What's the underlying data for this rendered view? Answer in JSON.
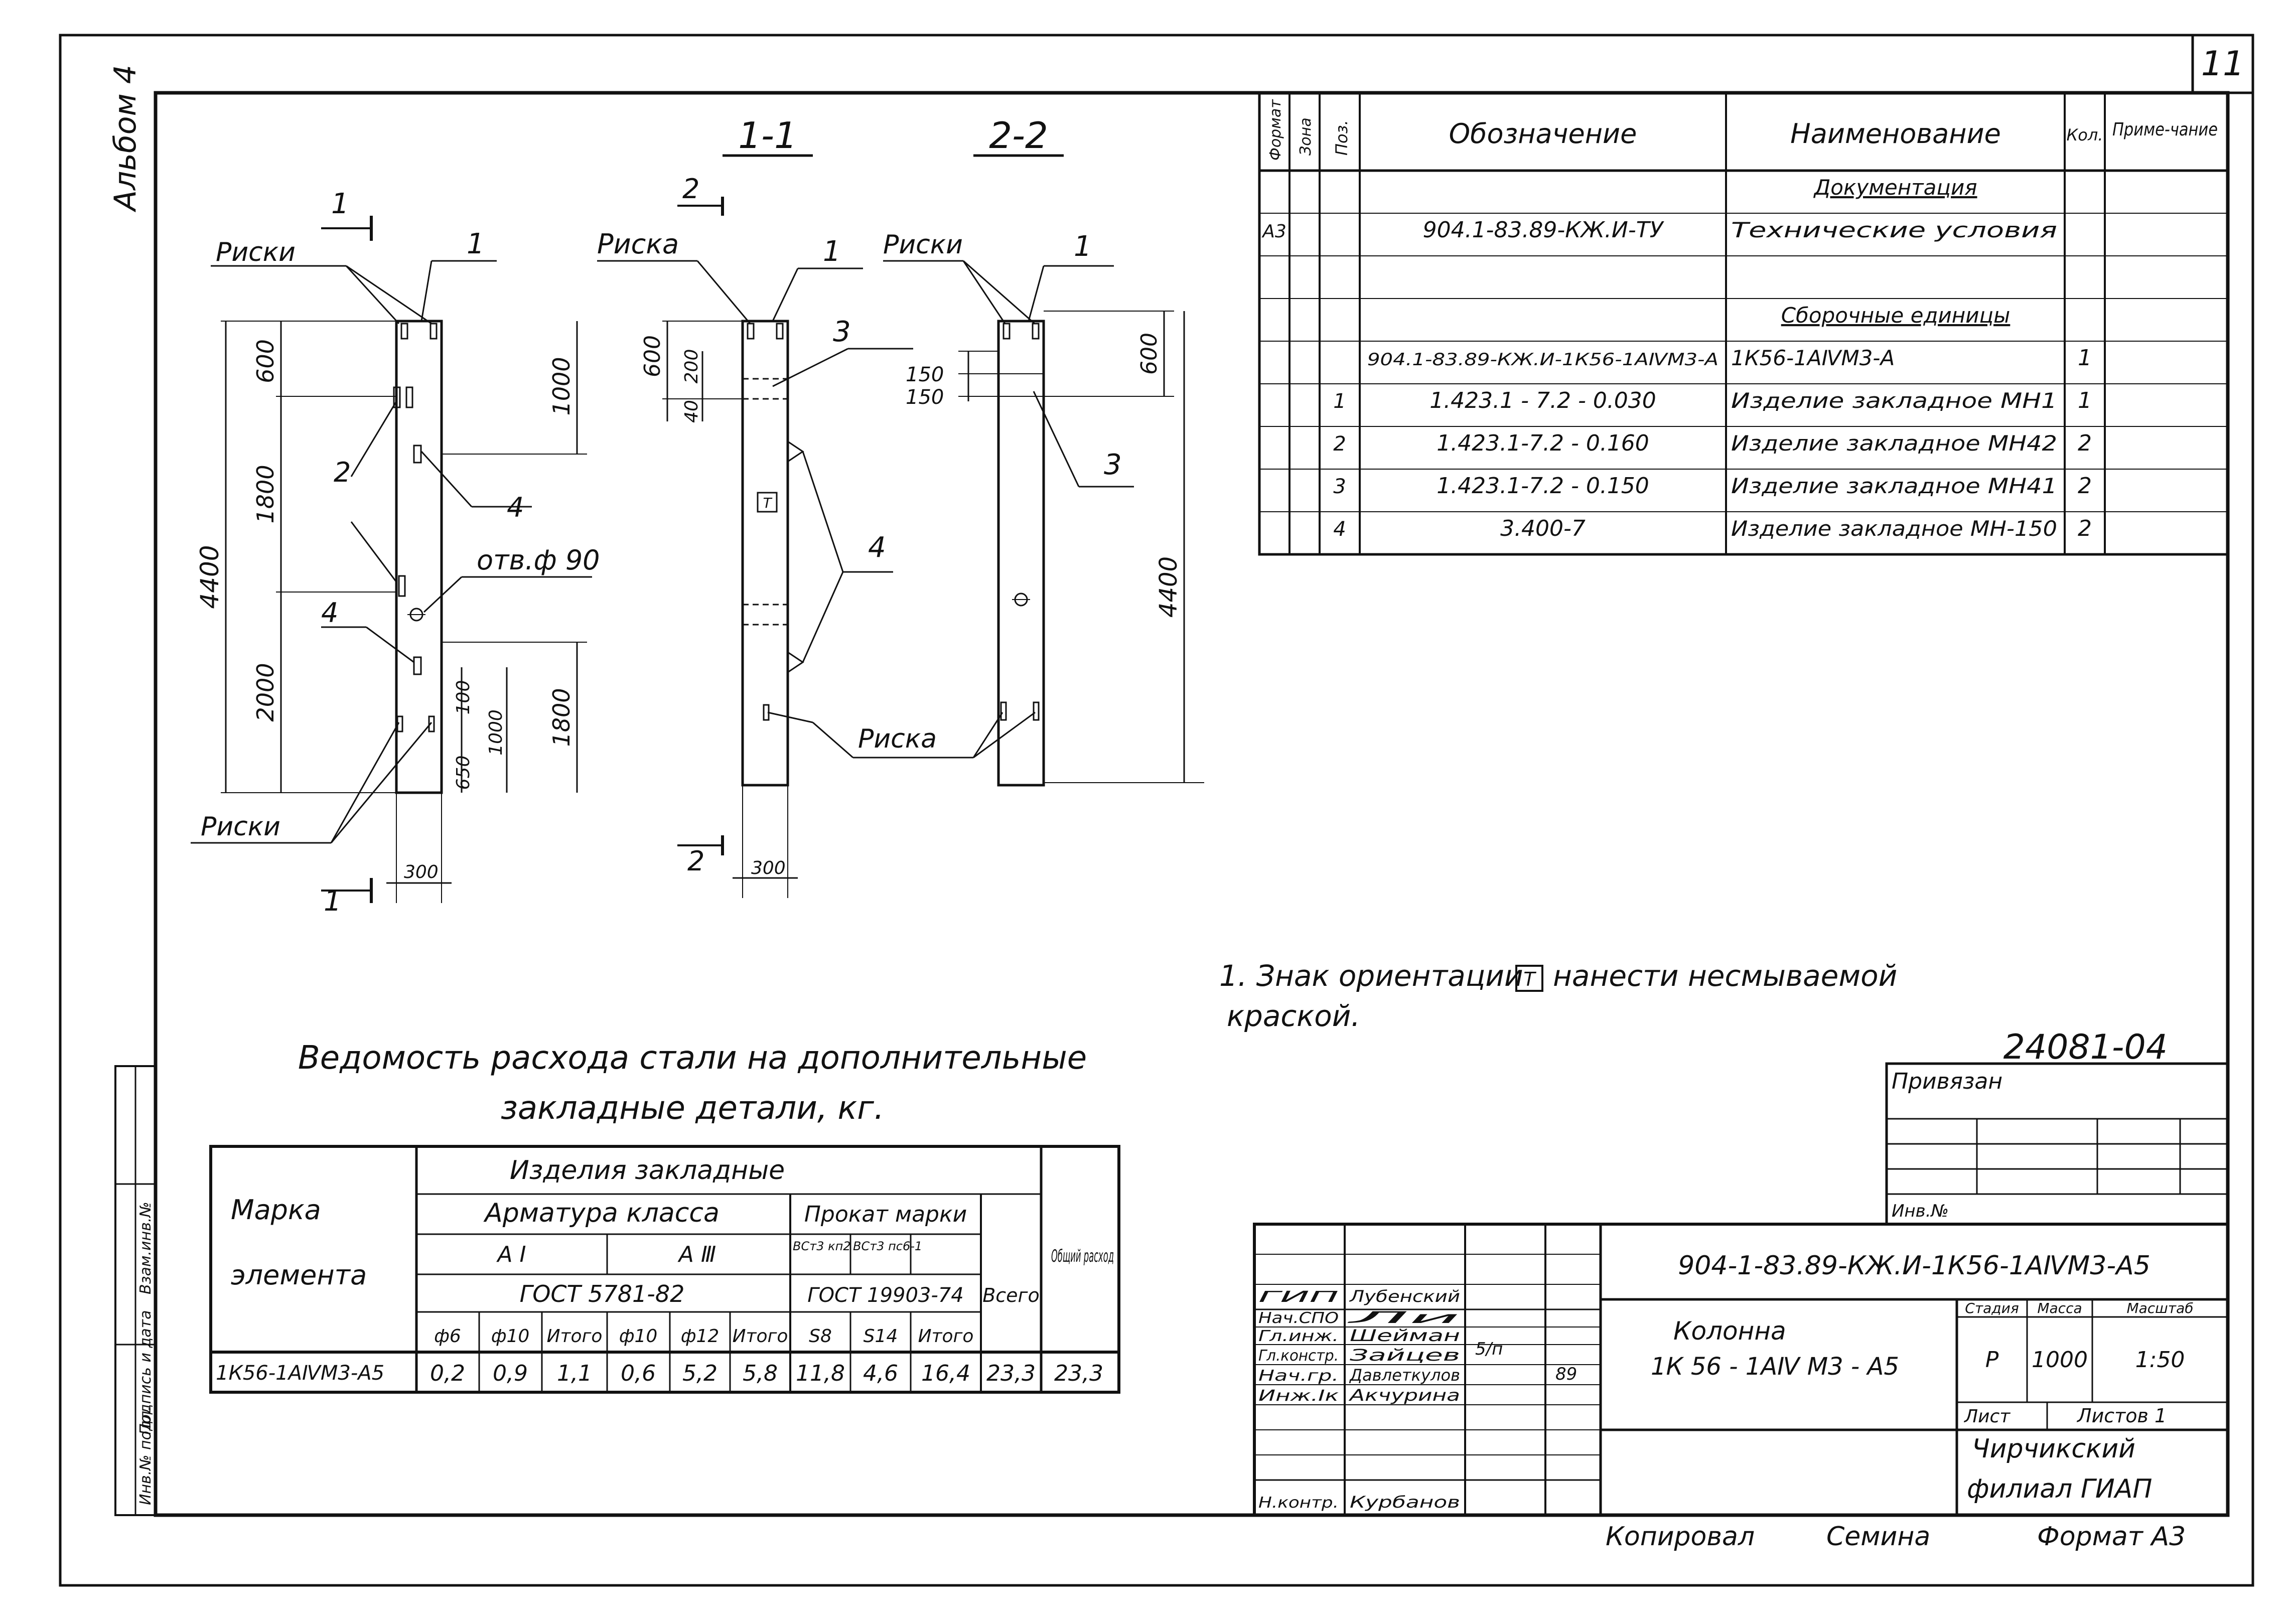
{
  "sheet_number": "11",
  "album_label": "Альбом 4",
  "sections": {
    "s1": "1-1",
    "s2": "2-2"
  },
  "cut_marks": {
    "a": "1",
    "b": "2"
  },
  "drawing_labels": {
    "riski": "Риски",
    "riska": "Риска",
    "riski_bottom": "Риски",
    "hole": "отв.ф 90",
    "pos1": "1",
    "pos2": "2",
    "pos3": "3",
    "pos4": "4",
    "orient_mark": "Т"
  },
  "dimensions": {
    "d4400": "4400",
    "d600": "600",
    "d1800": "1800",
    "d2000": "2000",
    "d1000": "1000",
    "d100": "100",
    "d650": "650",
    "d300": "300",
    "d200": "200",
    "d40": "40",
    "d150": "150"
  },
  "spec_table": {
    "headers": {
      "format": "Формат",
      "zone": "Зона",
      "pos": "Поз.",
      "designation": "Обозначение",
      "name": "Наименование",
      "qty": "Кол.",
      "note": "Приме-чание"
    },
    "rows": [
      {
        "format": "",
        "pos": "",
        "designation": "",
        "name": "Документация",
        "qty": ""
      },
      {
        "format": "А3",
        "pos": "",
        "designation": "904.1-83.89-КЖ.И-ТУ",
        "name": "Технические условия",
        "qty": ""
      },
      {
        "format": "",
        "pos": "",
        "designation": "",
        "name": "",
        "qty": ""
      },
      {
        "format": "",
        "pos": "",
        "designation": "",
        "name": "Сборочные единицы",
        "qty": ""
      },
      {
        "format": "",
        "pos": "",
        "designation": "904.1-83.89-КЖ.И-1К56-1АⅣМ3-А",
        "name": "1К56-1АⅣМ3-А",
        "qty": "1"
      },
      {
        "format": "",
        "pos": "1",
        "designation": "1.423.1 - 7.2 - 0.030",
        "name": "Изделие закладное МН1",
        "qty": "1"
      },
      {
        "format": "",
        "pos": "2",
        "designation": "1.423.1-7.2 - 0.160",
        "name": "Изделие закладное МН42",
        "qty": "2"
      },
      {
        "format": "",
        "pos": "3",
        "designation": "1.423.1-7.2 - 0.150",
        "name": "Изделие закладное МН41",
        "qty": "2"
      },
      {
        "format": "",
        "pos": "4",
        "designation": "3.400-7",
        "name": "Изделие закладное МН-150",
        "qty": "2"
      }
    ]
  },
  "note": {
    "line1": "1. Знак ориентации",
    "mark": "Т",
    "line1_end": "нанести несмываемой",
    "line2": "краской."
  },
  "steel_statement": {
    "title_line1": "Ведомость расхода стали на дополнительные",
    "title_line2": "закладные детали, кг.",
    "h_marka": "Марка",
    "h_element": "элемента",
    "h_izdelia": "Изделия закладные",
    "h_armatura": "Арматура класса",
    "h_prokat": "Прокат марки",
    "h_AI": "А I",
    "h_AIII": "А Ⅲ",
    "h_vst_kp2": "ВСт3 кп2",
    "h_vst_ps6": "ВСт3 пс6-1",
    "h_gost1": "ГОСТ 5781-82",
    "h_gost2": "ГОСТ 19903-74",
    "h_vsego": "Всего",
    "h_obshiy": "Общий расход",
    "sub": [
      "ф6",
      "ф10",
      "Итого",
      "ф10",
      "ф12",
      "Итого",
      "S8",
      "S14",
      "Итого"
    ],
    "row": {
      "mark": "1К56-1АⅣМ3-А5",
      "values": [
        "0,2",
        "0,9",
        "1,1",
        "0,6",
        "5,2",
        "5,8",
        "11,8",
        "4,6",
        "16,4",
        "23,3",
        "23,3"
      ]
    }
  },
  "title_block": {
    "doc_number": "24081-04",
    "privyazan": "Привязан",
    "inv_no": "Инв.№",
    "code": "904-1-83.89-КЖ.И-1К56-1АⅣМ3-А5",
    "title1": "Колонна",
    "title2": "1К 56 - 1АⅣ М3 - А5",
    "stage_h": "Стадия",
    "mass_h": "Масса",
    "scale_h": "Масштаб",
    "stage": "Р",
    "mass": "1000",
    "scale": "1:50",
    "list": "Лист",
    "lists": "Листов 1",
    "org1": "Чирчикский",
    "org2": "филиал ГИАП",
    "roles": [
      {
        "role": "ГИП",
        "name": "Лубенский"
      },
      {
        "role": "Нач.СПО",
        "name": "Ли"
      },
      {
        "role": "Гл.инж.",
        "name": "Шейман"
      },
      {
        "role": "Гл.констр.",
        "name": "Зайцев"
      },
      {
        "role": "Нач.гр.",
        "name": "Давлеткулов"
      },
      {
        "role": "Инж.Ⅰк",
        "name": "Акчурина"
      },
      {
        "role": "",
        "name": ""
      },
      {
        "role": "",
        "name": ""
      },
      {
        "role": "Н.контр.",
        "name": "Курбанов"
      }
    ],
    "date_sign": "5/п",
    "date_year": "89"
  },
  "left_strip": {
    "inv_podl": "Инв.№ подл.",
    "podpis": "Подпись и дата",
    "vzam": "Взам.инв.№"
  },
  "footer": {
    "kopiroval": "Копировал",
    "copier": "Семина",
    "format": "Формат А3"
  }
}
